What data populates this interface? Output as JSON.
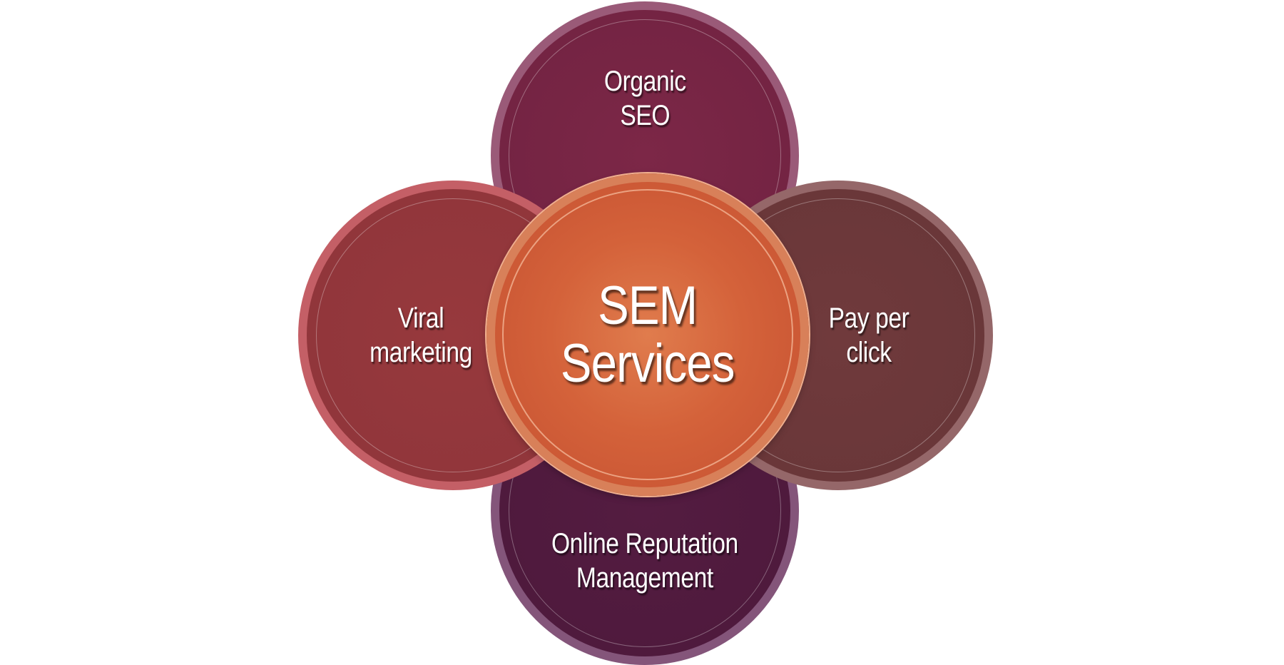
{
  "diagram": {
    "center": {
      "line1": "SEM",
      "line2": "Services",
      "color": "#d4623a"
    },
    "nodes": [
      {
        "id": "top",
        "line1": "Organic",
        "line2": "SEO",
        "color": "#742443"
      },
      {
        "id": "left",
        "line1": "Viral",
        "line2": "marketing",
        "color": "#91363b"
      },
      {
        "id": "right",
        "line1": "Pay per",
        "line2": "click",
        "color": "#6a3739"
      },
      {
        "id": "bottom",
        "line1": "Online Reputation",
        "line2": "Management",
        "color": "#4f1a3d"
      }
    ]
  }
}
